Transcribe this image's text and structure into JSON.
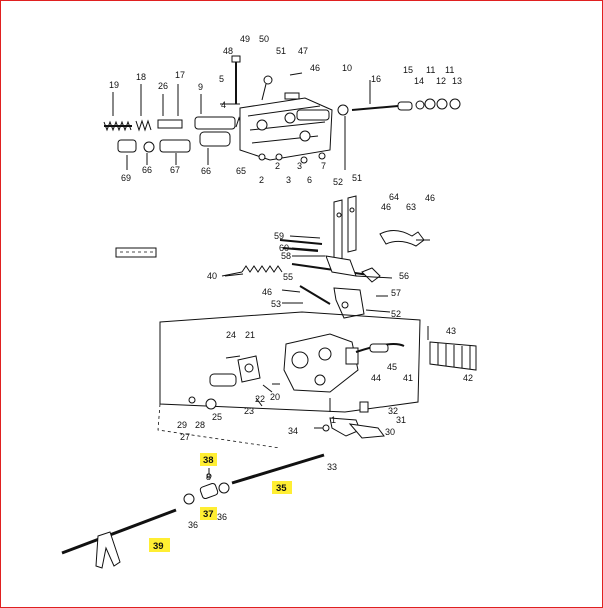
{
  "diagram": {
    "title_box": "",
    "callouts": [
      {
        "id": "c49",
        "text": "49"
      },
      {
        "id": "c50",
        "text": "50"
      },
      {
        "id": "c48",
        "text": "48"
      },
      {
        "id": "c51a",
        "text": "51"
      },
      {
        "id": "c47",
        "text": "47"
      },
      {
        "id": "c46a",
        "text": "46"
      },
      {
        "id": "c10",
        "text": "10"
      },
      {
        "id": "c16",
        "text": "16"
      },
      {
        "id": "c15",
        "text": "15"
      },
      {
        "id": "c11a",
        "text": "11"
      },
      {
        "id": "c11b",
        "text": "11"
      },
      {
        "id": "c19",
        "text": "19"
      },
      {
        "id": "c18",
        "text": "18"
      },
      {
        "id": "c17",
        "text": "17"
      },
      {
        "id": "c26",
        "text": "26"
      },
      {
        "id": "c9",
        "text": "9"
      },
      {
        "id": "c5",
        "text": "5"
      },
      {
        "id": "c14",
        "text": "14"
      },
      {
        "id": "c12",
        "text": "12"
      },
      {
        "id": "c13",
        "text": "13"
      },
      {
        "id": "c4",
        "text": "4"
      },
      {
        "id": "c2a",
        "text": "2"
      },
      {
        "id": "c3a",
        "text": "3"
      },
      {
        "id": "c7",
        "text": "7"
      },
      {
        "id": "c69",
        "text": "69"
      },
      {
        "id": "c66a",
        "text": "66"
      },
      {
        "id": "c67",
        "text": "67"
      },
      {
        "id": "c66b",
        "text": "66"
      },
      {
        "id": "c65",
        "text": "65"
      },
      {
        "id": "c2b",
        "text": "2"
      },
      {
        "id": "c3b",
        "text": "3"
      },
      {
        "id": "c6",
        "text": "6"
      },
      {
        "id": "c52a",
        "text": "52"
      },
      {
        "id": "c51b",
        "text": "51"
      },
      {
        "id": "c64",
        "text": "64"
      },
      {
        "id": "c46b",
        "text": "46"
      },
      {
        "id": "c63",
        "text": "63"
      },
      {
        "id": "c46c",
        "text": "46"
      },
      {
        "id": "c59",
        "text": "59"
      },
      {
        "id": "c60",
        "text": "60"
      },
      {
        "id": "c58",
        "text": "58"
      },
      {
        "id": "c40",
        "text": "40"
      },
      {
        "id": "c55",
        "text": "55"
      },
      {
        "id": "c56",
        "text": "56"
      },
      {
        "id": "c46d",
        "text": "46"
      },
      {
        "id": "c57",
        "text": "57"
      },
      {
        "id": "c53",
        "text": "53"
      },
      {
        "id": "c52b",
        "text": "52"
      },
      {
        "id": "c43",
        "text": "43"
      },
      {
        "id": "c24",
        "text": "24"
      },
      {
        "id": "c21",
        "text": "21"
      },
      {
        "id": "c45",
        "text": "45"
      },
      {
        "id": "c44",
        "text": "44"
      },
      {
        "id": "c41",
        "text": "41"
      },
      {
        "id": "c42",
        "text": "42"
      },
      {
        "id": "c22",
        "text": "22"
      },
      {
        "id": "c20",
        "text": "20"
      },
      {
        "id": "c23",
        "text": "23"
      },
      {
        "id": "c25",
        "text": "25"
      },
      {
        "id": "c32",
        "text": "32"
      },
      {
        "id": "c31",
        "text": "31"
      },
      {
        "id": "c29",
        "text": "29"
      },
      {
        "id": "c28",
        "text": "28"
      },
      {
        "id": "c27",
        "text": "27"
      },
      {
        "id": "c34",
        "text": "34"
      },
      {
        "id": "c30",
        "text": "30"
      },
      {
        "id": "c1",
        "text": "1"
      },
      {
        "id": "c33",
        "text": "33"
      },
      {
        "id": "c8",
        "text": "8"
      },
      {
        "id": "c36a",
        "text": "36"
      },
      {
        "id": "c36b",
        "text": "36"
      }
    ],
    "highlighted_callouts": [
      {
        "id": "h38",
        "text": "38"
      },
      {
        "id": "h35",
        "text": "35"
      },
      {
        "id": "h37",
        "text": "37"
      },
      {
        "id": "h39",
        "text": "39"
      }
    ],
    "highlight_color": "#ffee33",
    "frame_color": "#e02020"
  }
}
